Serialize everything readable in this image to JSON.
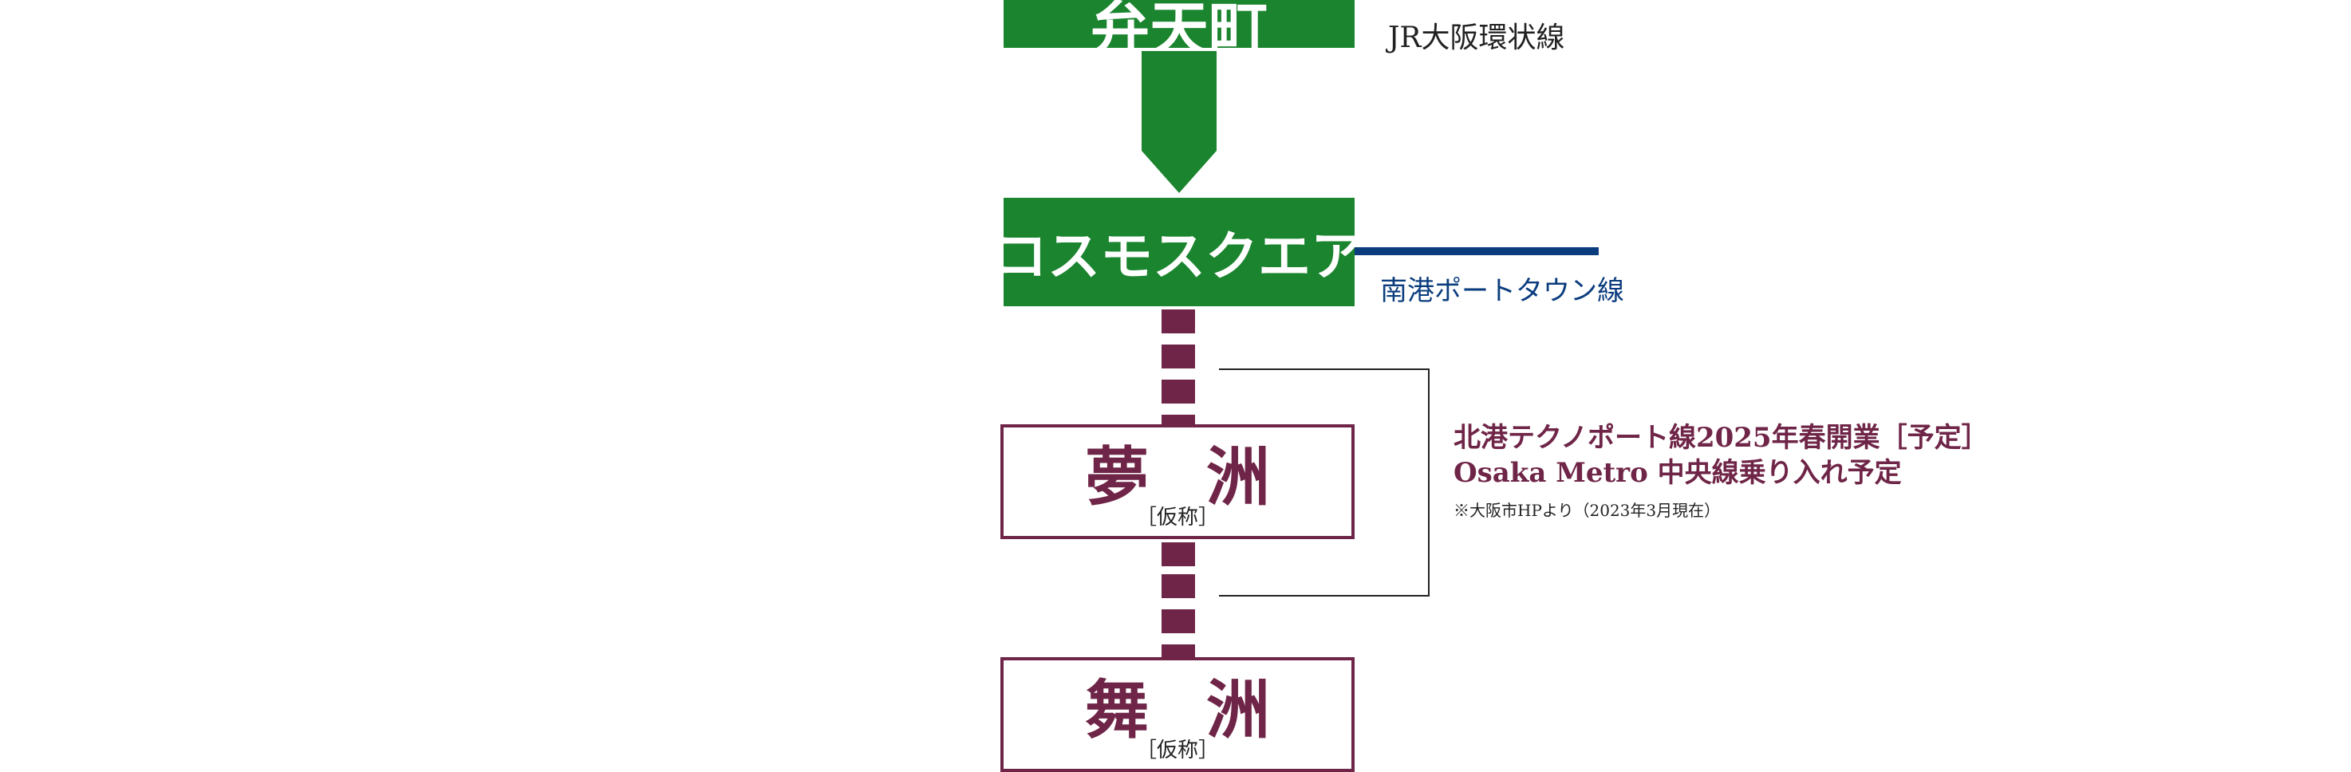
{
  "stations": {
    "bentencho": {
      "name": "弁天町"
    },
    "cosmo_square": {
      "name": "コスモスクエア"
    },
    "yumeshima": {
      "name": "夢洲",
      "note": "［仮称］"
    },
    "maishima": {
      "name": "舞洲",
      "note": "［仮称］"
    }
  },
  "lines": {
    "jr_loop": {
      "label": "JR大阪環状線",
      "color": "#222222"
    },
    "nanko_port_town": {
      "label": "南港ポートタウン線",
      "color": "#0b3d7e"
    },
    "hokko_techno_port": {
      "label_line1": "北港テクノポート線2025年春開業［予定］",
      "label_line2": "Osaka Metro 中央線乗り入れ予定",
      "footnote": "※大阪市HPより（2023年3月現在）",
      "color": "#6f2547"
    }
  },
  "colors": {
    "green": "#1a842e",
    "maroon": "#6f2547",
    "navy": "#0b3d7e"
  },
  "icons": [
    "down-arrow-icon"
  ]
}
